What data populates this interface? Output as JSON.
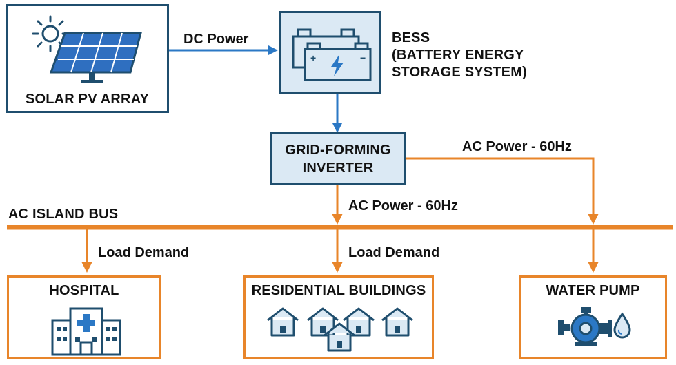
{
  "solar": {
    "title": "SOLAR PV ARRAY"
  },
  "bess": {
    "title_lines": [
      "BESS",
      "(BATTERY ENERGY",
      "STORAGE SYSTEM)"
    ]
  },
  "inverter": {
    "title_lines": [
      "GRID-FORMING",
      "INVERTER"
    ]
  },
  "bus": {
    "title": "AC ISLAND BUS"
  },
  "connections": {
    "solar_to_bess": "DC Power",
    "inverter_to_pump": "AC Power - 60Hz",
    "inverter_to_bus": "AC Power - 60Hz",
    "bus_to_hospital": "Load Demand",
    "bus_to_residential": "Load Demand"
  },
  "loads": {
    "hospital": "HOSPITAL",
    "residential": "RESIDENTIAL BUILDINGS",
    "water_pump": "WATER PUMP"
  },
  "colors": {
    "navy": "#1f4e6e",
    "blue_arrow": "#2b78c5",
    "orange": "#e8852a",
    "box_fill": "#dbe9f4",
    "panel_blue": "#2f6fc0"
  }
}
